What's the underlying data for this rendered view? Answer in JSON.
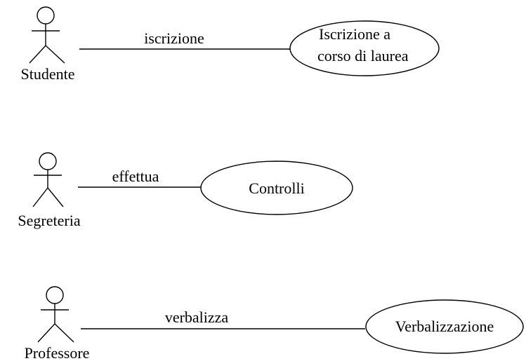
{
  "diagram": {
    "actors": [
      {
        "label": "Studente"
      },
      {
        "label": "Segreteria"
      },
      {
        "label": "Professore"
      }
    ],
    "associations": [
      {
        "label": "iscrizione"
      },
      {
        "label": "effettua"
      },
      {
        "label": "verbalizza"
      }
    ],
    "use_cases": [
      {
        "line1": "Iscrizione a",
        "line2": "corso di laurea"
      },
      {
        "label": "Controlli"
      },
      {
        "label": "Verbalizzazione"
      }
    ]
  }
}
